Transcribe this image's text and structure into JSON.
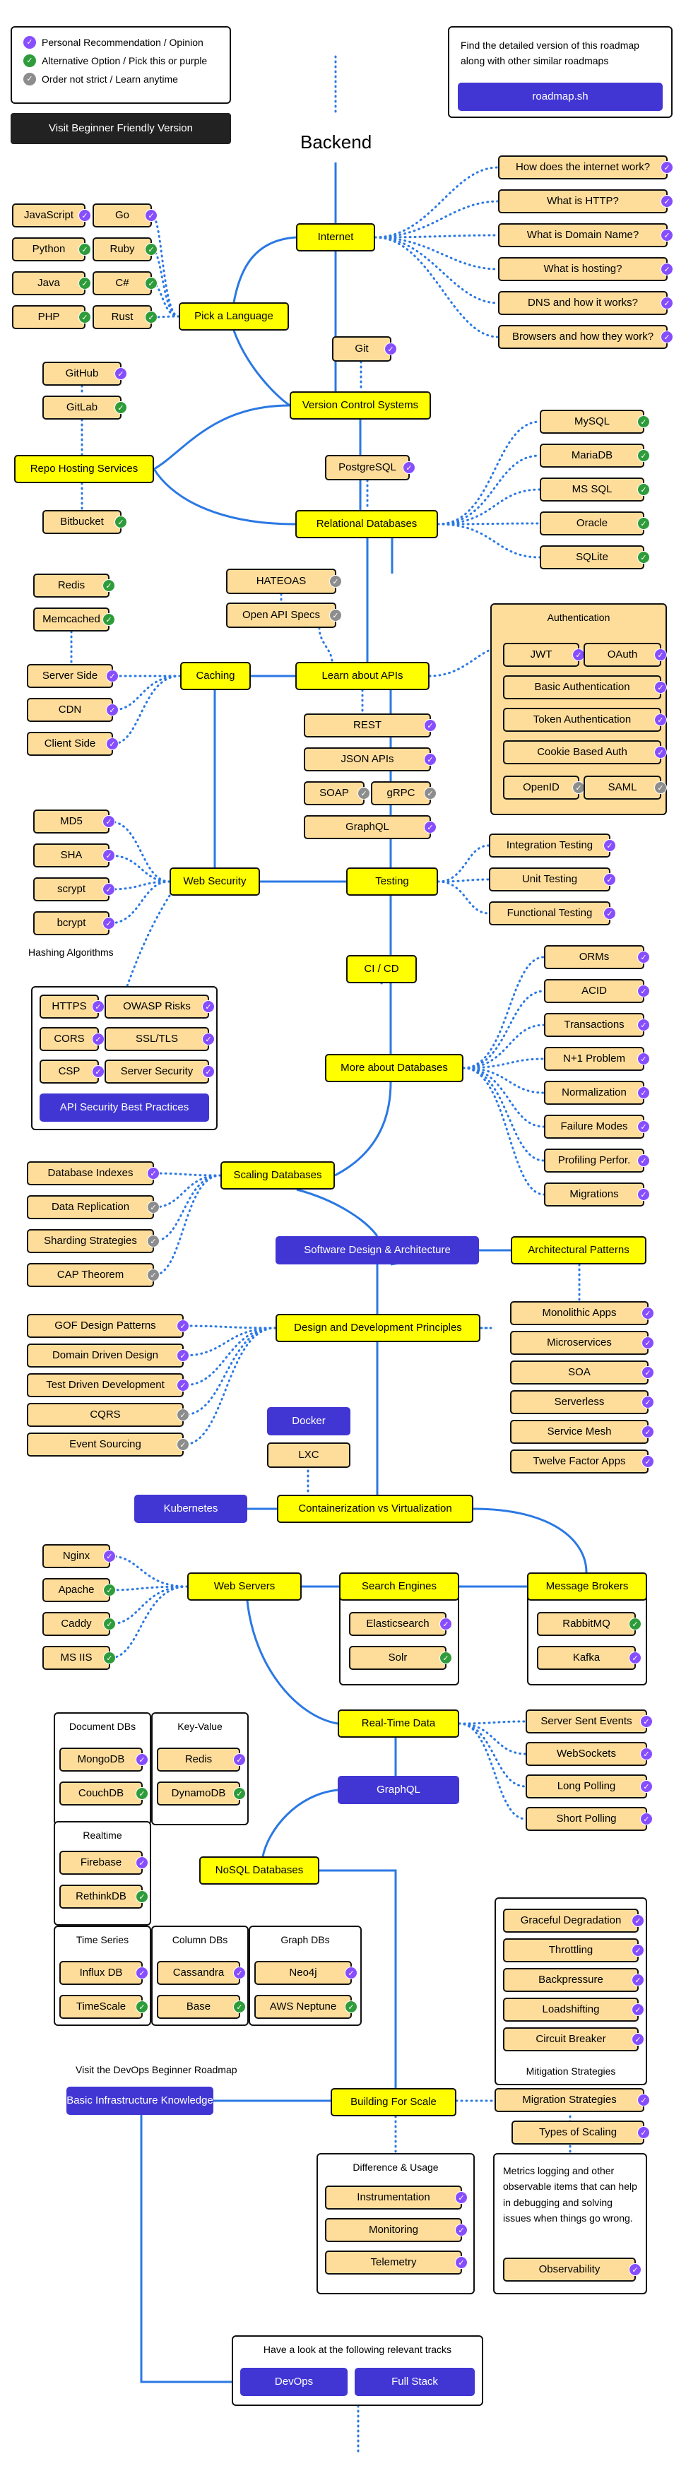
{
  "legend": {
    "items": [
      {
        "label": "Personal Recommendation / Opinion",
        "color": "#874efe"
      },
      {
        "label": "Alternative Option / Pick this or purple",
        "color": "#2e9c3a"
      },
      {
        "label": "Order not strict / Learn anytime",
        "color": "#8d8d8d"
      }
    ],
    "beginner_button": "Visit Beginner Friendly Version"
  },
  "promo": {
    "text": "Find the detailed version of this roadmap along with other similar roadmaps",
    "button": "roadmap.sh"
  },
  "title": "Backend",
  "colors": {
    "topic": "#ffff00",
    "subtopic": "#fedd9b",
    "purple": "#4136d4",
    "personal": "#874efe",
    "alternative": "#2e9c3a",
    "order": "#8d8d8d",
    "link": "#2b78e4"
  },
  "nodes": {
    "internet": "Internet",
    "how_internet": "How does the internet work?",
    "http": "What is HTTP?",
    "domain": "What is Domain Name?",
    "hosting": "What is hosting?",
    "dns": "DNS and how it works?",
    "browsers": "Browsers and how they work?",
    "pick_language": "Pick a Language",
    "javascript": "JavaScript",
    "go": "Go",
    "python": "Python",
    "ruby": "Ruby",
    "java": "Java",
    "csharp": "C#",
    "php": "PHP",
    "rust": "Rust",
    "git": "Git",
    "vcs": "Version Control Systems",
    "github": "GitHub",
    "gitlab": "GitLab",
    "repo_hosting": "Repo Hosting Services",
    "bitbucket": "Bitbucket",
    "postgresql": "PostgreSQL",
    "relational": "Relational Databases",
    "mysql": "MySQL",
    "mariadb": "MariaDB",
    "mssql": "MS SQL",
    "oracle": "Oracle",
    "sqlite": "SQLite",
    "redis1": "Redis",
    "memcached": "Memcached",
    "server_side": "Server Side",
    "cdn": "CDN",
    "client_side": "Client Side",
    "caching": "Caching",
    "hateoas": "HATEOAS",
    "openapi": "Open API Specs",
    "learn_apis": "Learn about APIs",
    "rest": "REST",
    "json_apis": "JSON APIs",
    "soap": "SOAP",
    "grpc": "gRPC",
    "graphql1": "GraphQL",
    "authentication": "Authentication",
    "jwt": "JWT",
    "oauth": "OAuth",
    "basic_auth": "Basic Authentication",
    "token_auth": "Token Authentication",
    "cookie_auth": "Cookie Based Auth",
    "openid": "OpenID",
    "saml": "SAML",
    "md5": "MD5",
    "sha": "SHA",
    "scrypt": "scrypt",
    "bcrypt": "bcrypt",
    "web_security": "Web Security",
    "testing": "Testing",
    "integration_testing": "Integration Testing",
    "unit_testing": "Unit Testing",
    "functional_testing": "Functional Testing",
    "hashing_algorithms": "Hashing Algorithms",
    "https": "HTTPS",
    "owasp": "OWASP Risks",
    "cors": "CORS",
    "ssl_tls": "SSL/TLS",
    "csp": "CSP",
    "server_security": "Server Security",
    "api_security": "API Security Best Practices",
    "cicd": "CI / CD",
    "orms": "ORMs",
    "acid": "ACID",
    "transactions": "Transactions",
    "n_plus_one": "N+1 Problem",
    "normalization": "Normalization",
    "failure_modes": "Failure Modes",
    "profiling": "Profiling Perfor.",
    "migrations1": "Migrations",
    "more_databases": "More about Databases",
    "db_indexes": "Database Indexes",
    "data_replication": "Data Replication",
    "sharding": "Sharding Strategies",
    "cap": "CAP Theorem",
    "scaling_databases": "Scaling Databases",
    "software_design": "Software Design & Architecture",
    "arch_patterns": "Architectural Patterns",
    "monolithic": "Monolithic Apps",
    "microservices": "Microservices",
    "soa": "SOA",
    "serverless": "Serverless",
    "service_mesh": "Service Mesh",
    "twelve_factor": "Twelve Factor Apps",
    "gof": "GOF Design Patterns",
    "ddd": "Domain Driven Design",
    "tdd": "Test Driven Development",
    "cqrs": "CQRS",
    "event_sourcing": "Event Sourcing",
    "design_principles": "Design and Development Principles",
    "docker": "Docker",
    "lxc": "LXC",
    "kubernetes": "Kubernetes",
    "containerization": "Containerization vs Virtualization",
    "nginx": "Nginx",
    "apache": "Apache",
    "caddy": "Caddy",
    "ms_iis": "MS IIS",
    "web_servers": "Web Servers",
    "search_engines": "Search Engines",
    "elasticsearch": "Elasticsearch",
    "solr": "Solr",
    "message_brokers": "Message Brokers",
    "rabbitmq": "RabbitMQ",
    "kafka": "Kafka",
    "realtime_data": "Real-Time Data",
    "sse": "Server Sent Events",
    "websockets": "WebSockets",
    "long_polling": "Long Polling",
    "short_polling": "Short Polling",
    "graphql2": "GraphQL",
    "document_dbs": "Document DBs",
    "mongodb": "MongoDB",
    "couchdb": "CouchDB",
    "key_value": "Key-Value",
    "redis2": "Redis",
    "dynamodb": "DynamoDB",
    "realtime": "Realtime",
    "firebase": "Firebase",
    "rethinkdb": "RethinkDB",
    "nosql": "NoSQL Databases",
    "time_series": "Time Series",
    "influxdb": "Influx DB",
    "timescale": "TimeScale",
    "column_dbs": "Column DBs",
    "cassandra": "Cassandra",
    "base": "Base",
    "graph_dbs": "Graph DBs",
    "neo4j": "Neo4j",
    "aws_neptune": "AWS Neptune",
    "graceful_degradation": "Graceful Degradation",
    "throttling": "Throttling",
    "backpressure": "Backpressure",
    "loadshifting": "Loadshifting",
    "circuit_breaker": "Circuit Breaker",
    "mitigation": "Mitigation Strategies",
    "devops_label": "Visit the DevOps Beginner Roadmap",
    "basic_infra": "Basic Infrastructure Knowledge",
    "building_scale": "Building For Scale",
    "migration_strategies": "Migration Strategies",
    "types_scaling": "Types of Scaling",
    "difference_usage": "Difference & Usage",
    "instrumentation": "Instrumentation",
    "monitoring": "Monitoring",
    "telemetry": "Telemetry",
    "metrics_text": "Metrics logging and other observable items that can help in debugging and solving issues when things go wrong.",
    "observability": "Observability",
    "relevant_tracks": "Have a look at the following relevant tracks",
    "devops": "DevOps",
    "full_stack": "Full Stack"
  }
}
